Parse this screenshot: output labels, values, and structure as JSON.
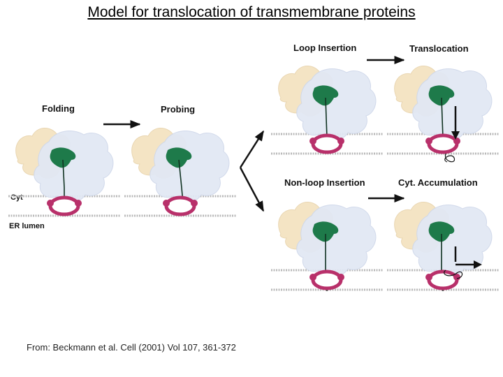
{
  "title": "Model for translocation of transmembrane proteins",
  "credit": "From: Beckmann et al. Cell (2001) Vol 107, 361-372",
  "colors": {
    "ribosome_small": "#f4e4c4",
    "ribosome_large": "#e2e8f4",
    "factor": "#1e7a4a",
    "translocon": "#b8306a",
    "membrane": "#b9b9b9"
  },
  "side_labels": {
    "cytosol": "Cyt",
    "lumen": "ER lumen"
  },
  "steps": {
    "folding": "Folding",
    "probing": "Probing",
    "loop_insertion": "Loop Insertion",
    "translocation": "Translocation",
    "nonloop_insertion": "Non-loop Insertion",
    "cyt_accumulation": "Cyt. Accumulation"
  }
}
